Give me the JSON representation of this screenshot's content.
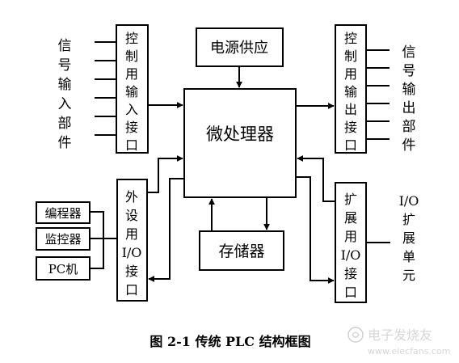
{
  "nodes": {
    "power": "电源供应",
    "cpu": "微处理器",
    "memory": "存储器",
    "input_interface": "控制用输入接口",
    "output_interface": "控制用输出接口",
    "peripheral_interface": [
      "外",
      "设",
      "用",
      "I/O",
      "接",
      "口"
    ],
    "expansion_interface": [
      "扩",
      "展",
      "用",
      "I/O",
      "接",
      "口"
    ],
    "programmer": "编程器",
    "monitor": "监控器",
    "pc": "PC机"
  },
  "labels": {
    "input_parts": "信号输入部件",
    "output_parts": "信号输出部件",
    "io_expansion_unit": [
      "I/O",
      "扩",
      "展",
      "单",
      "元"
    ]
  },
  "caption": "图 2-1  传统 PLC 结构框图",
  "watermark": {
    "cn": "电子发烧友",
    "url": "www.elecfans.com"
  }
}
